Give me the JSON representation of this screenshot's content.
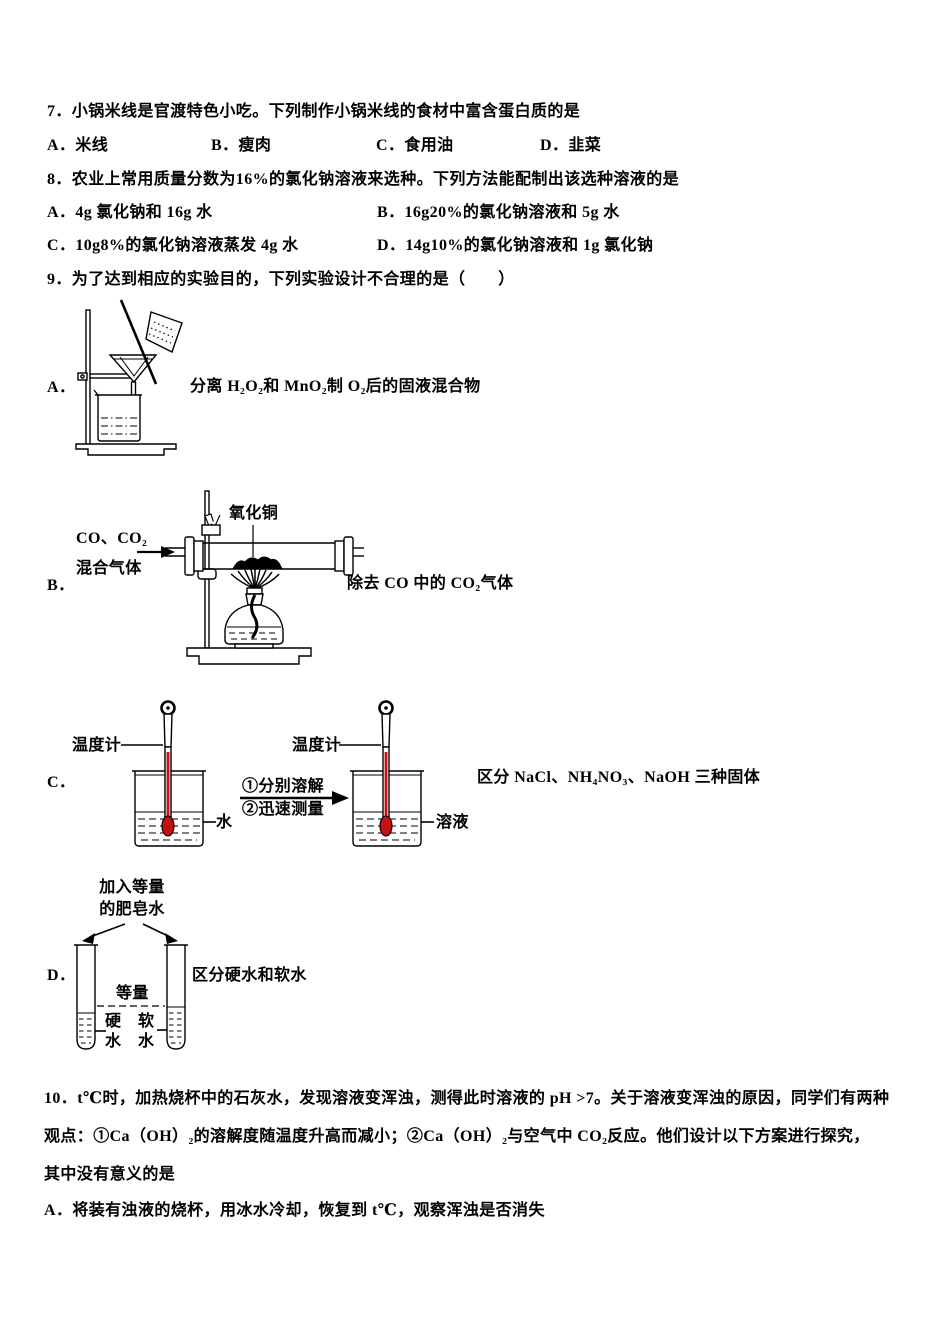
{
  "page": {
    "background": "#ffffff"
  },
  "colors": {
    "ink": "#000000",
    "thermometer_red": "#c41111"
  },
  "q7": {
    "stem": "7．小锅米线是官渡特色小吃。下列制作小锅米线的食材中富含蛋白质的是",
    "options": [
      "A．米线",
      "B．瘦肉",
      "C．食用油",
      "D．韭菜"
    ]
  },
  "q8": {
    "stem": "8．农业上常用质量分数为16%的氯化钠溶液来选种。下列方法能配制出该选种溶液的是",
    "options": [
      "A．4g 氯化钠和 16g 水",
      "B．16g20%的氯化钠溶液和 5g 水",
      "C．10g8%的氯化钠溶液蒸发 4g 水",
      "D．14g10%的氯化钠溶液和 1g 氯化钠"
    ]
  },
  "q9": {
    "stem": "9．为了达到相应的实验目的，下列实验设计不合理的是（　　）",
    "a": {
      "label": "A．",
      "desc": "分离 H₂O₂和 MnO₂制 O₂后的固液混合物"
    },
    "b": {
      "label": "B．",
      "gas_label": "CO、CO₂\n混合气体",
      "tube_label": "氧化铜",
      "desc": "除去 CO 中的 CO₂气体"
    },
    "c": {
      "label": "C．",
      "thermometer_label": "温度计",
      "water_label": "水",
      "solution_label": "溶液",
      "step1": "①分别溶解",
      "step2": "②迅速测量",
      "desc": "区分 NaCl、NH₄NO₃、NaOH 三种固体"
    },
    "d": {
      "label": "D．",
      "soap_label": "加入等量\n的肥皂水",
      "equal_label": "等量",
      "hard_label": "硬\n水",
      "soft_label": "软\n水",
      "desc": "区分硬水和软水"
    }
  },
  "q10": {
    "stem": "10．t℃时，加热烧杯中的石灰水，发现溶液变浑浊，测得此时溶液的 pH >7。关于溶液变浑浊的原因，同学们有两种\n观点：①Ca（OH）₂的溶解度随温度升高而减小；②Ca（OH）₂与空气中 CO₂反应。他们设计以下方案进行探究，\n其中没有意义的是",
    "option_a": "A．将装有浊液的烧杯，用冰水冷却，恢复到 t℃，观察浑浊是否消失"
  }
}
